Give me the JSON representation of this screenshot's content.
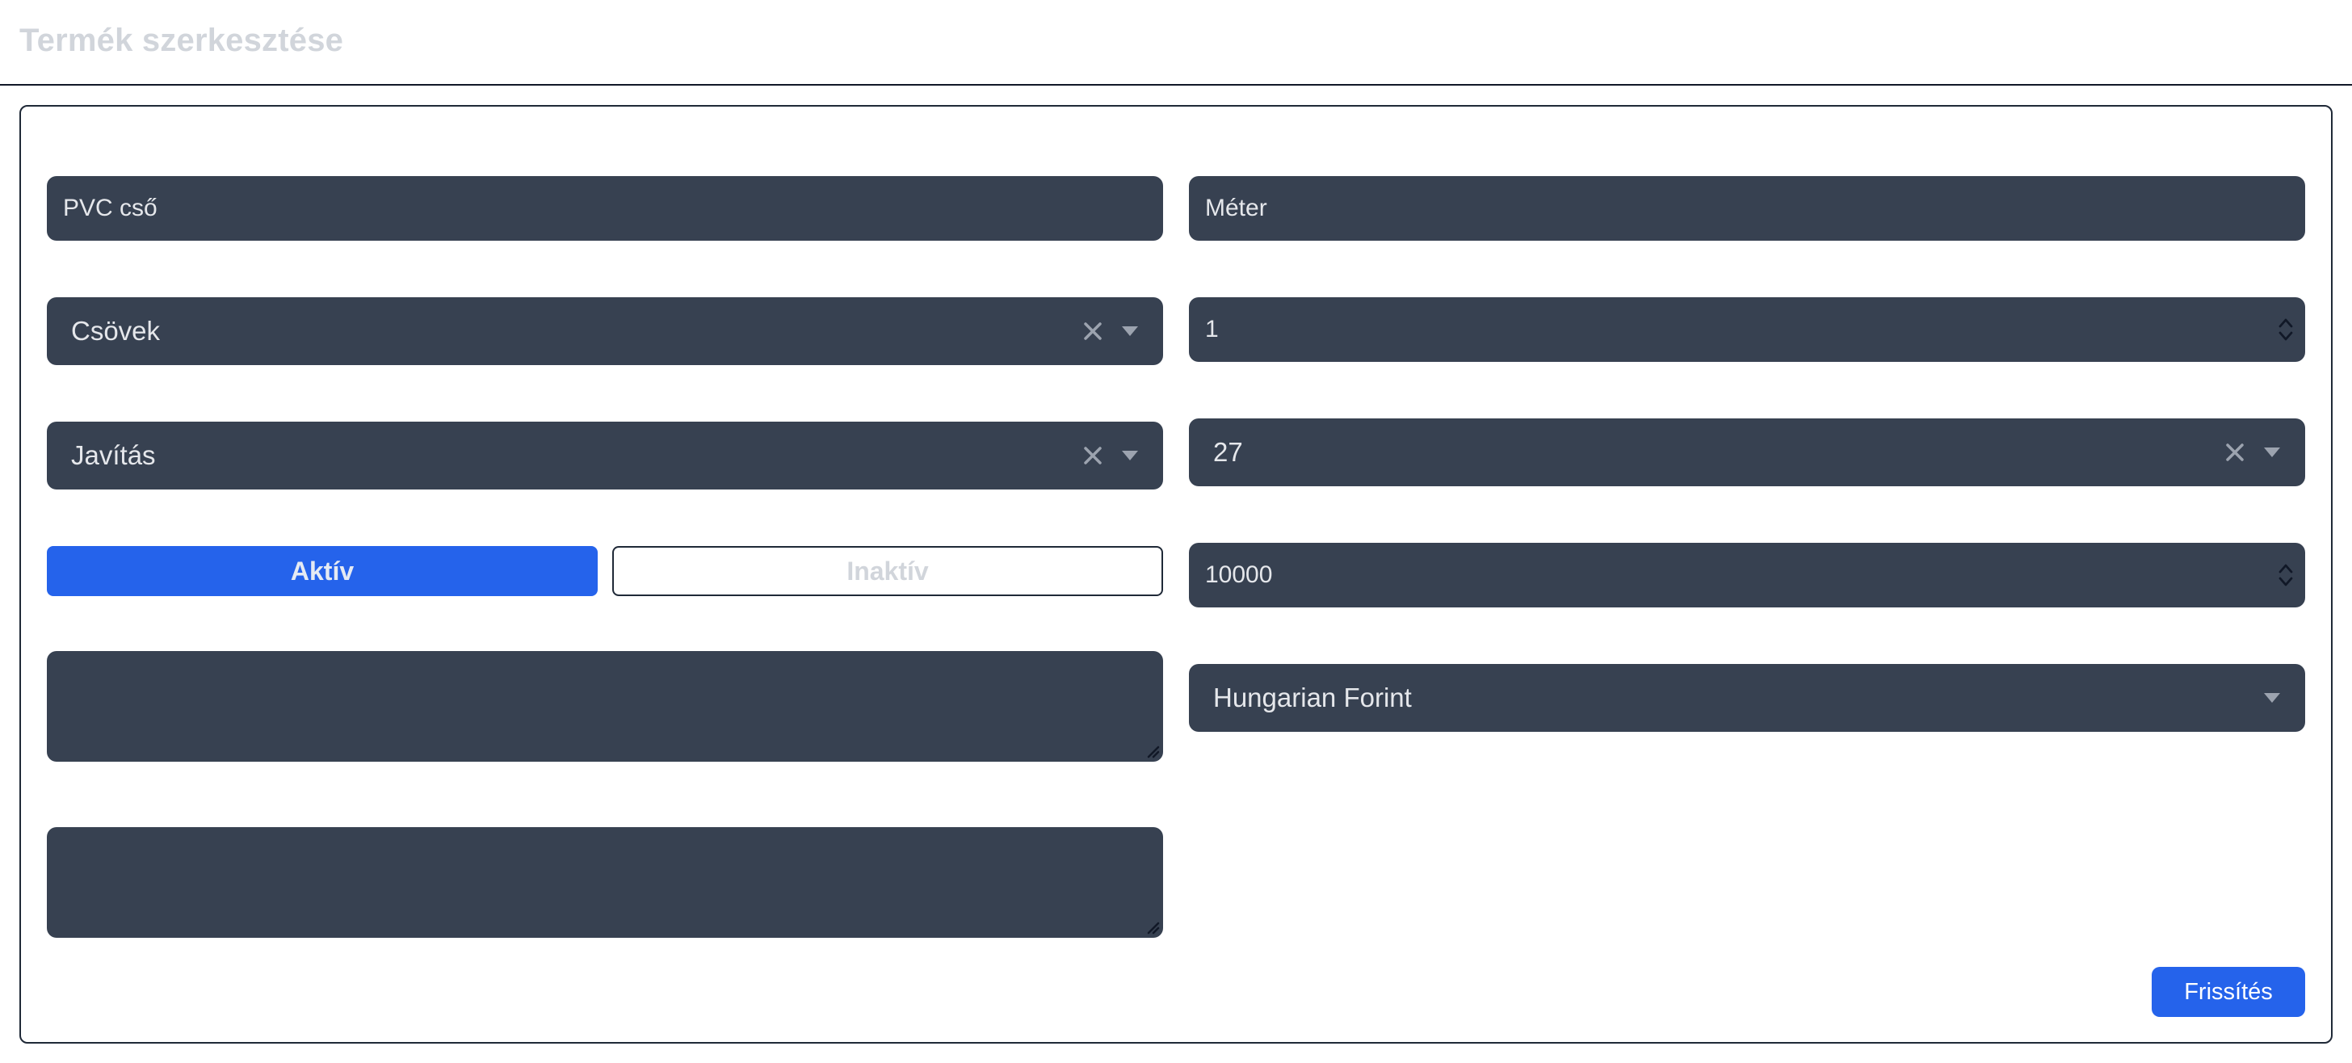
{
  "page": {
    "title": "Termék szerkesztése"
  },
  "form": {
    "name_value": "PVC cső",
    "unit_value": "Méter",
    "category_selected": "Csövek",
    "quantity_value": "1",
    "type_selected": "Javítás",
    "vat_selected": "27",
    "status": {
      "active_label": "Aktív",
      "inactive_label": "Inaktív",
      "selected": "Aktív"
    },
    "price_value": "10000",
    "currency_selected": "Hungarian Forint",
    "submit_label": "Frissítés"
  },
  "icons": {
    "clear": "close-icon",
    "dropdown": "chevron-down-icon",
    "stepper": "stepper-arrows-icon",
    "resize": "resize-handle-icon"
  },
  "colors": {
    "field_bg": "#374151",
    "accent": "#2563eb",
    "muted_text": "#d1d5db",
    "border": "#1f2937"
  }
}
